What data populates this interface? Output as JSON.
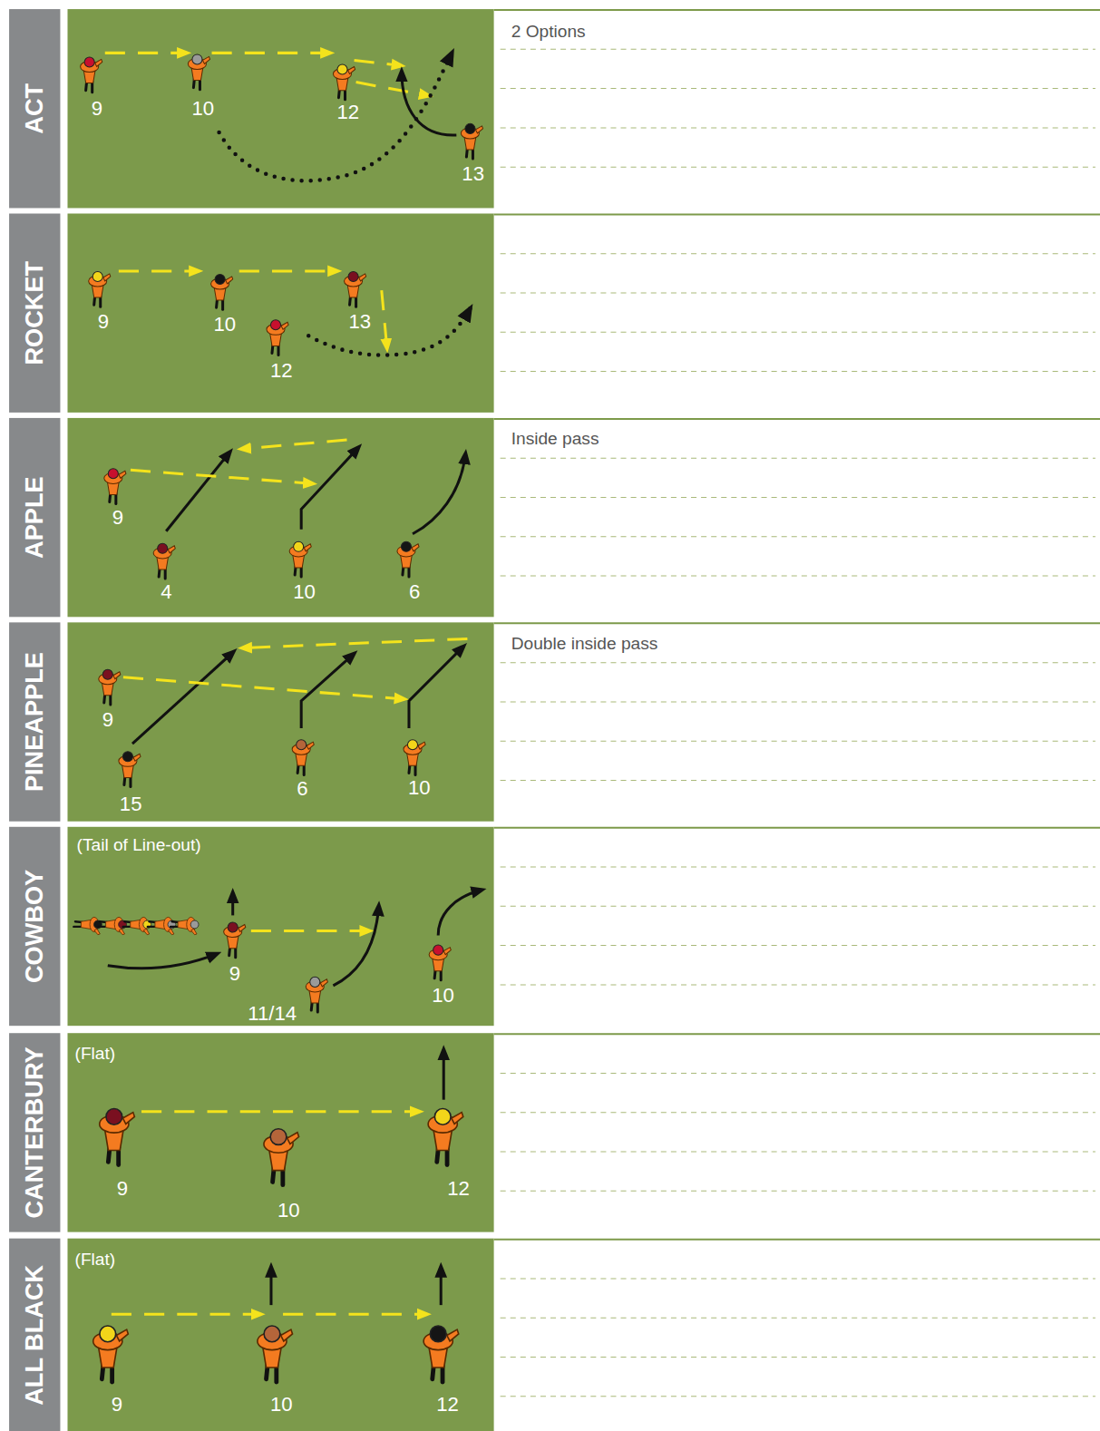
{
  "diagram": {
    "nodes": [
      {
        "text": [
          "ACT"
        ]
      },
      {
        "text": [
          "ROCKET"
        ]
      },
      {
        "text": [
          "APPLE"
        ]
      },
      {
        "text": [
          "PINEAPPLE"
        ]
      },
      {
        "text": [
          "COWBOY"
        ]
      },
      {
        "text": [
          "CANTERBURY"
        ]
      },
      {
        "text": [
          "ALL BLACK"
        ]
      }
    ],
    "labels": [
      "2 Options",
      "9",
      "10",
      "12",
      "13",
      "9",
      "10",
      "13",
      "12",
      "Inside pass",
      "9",
      "4",
      "10",
      "6",
      "Double inside pass",
      "9",
      "15",
      "6",
      "10",
      "(Tail of Line-out)",
      "9",
      "11/14",
      "10",
      "(Flat)",
      "9",
      "10",
      "12",
      "(Flat)",
      "9",
      "10",
      "12"
    ]
  }
}
